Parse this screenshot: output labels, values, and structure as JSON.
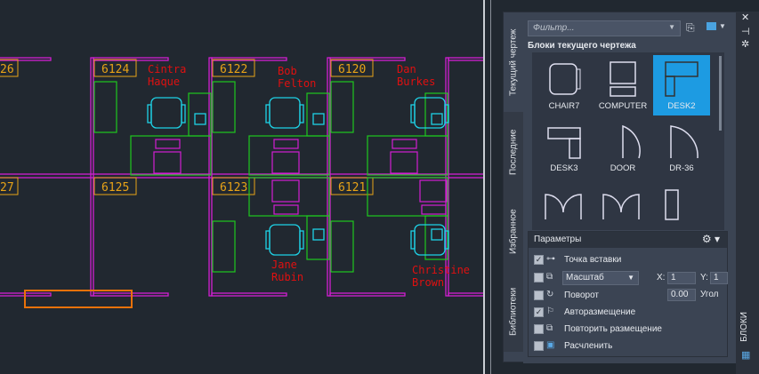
{
  "drawing": {
    "rooms_top": [
      "26",
      "6124",
      "6122",
      "6120"
    ],
    "rooms_bottom": [
      "27",
      "6125",
      "6123",
      "6121"
    ],
    "names": {
      "cintra": [
        "Cintra",
        "Haque"
      ],
      "bob": [
        "Bob",
        "Felton"
      ],
      "dan": [
        "Dan",
        "Burkes"
      ],
      "jane": [
        "Jane",
        "Rubin"
      ],
      "christine": [
        "Christine",
        "Brown"
      ]
    },
    "colors": {
      "walls": "#d21ed2",
      "furniture": "#1ec81e",
      "chairs": "#1ed2e6",
      "labels": "#e8a317",
      "names": "#e01010"
    }
  },
  "palette": {
    "tabs": [
      "Текущий чертеж",
      "Последние",
      "Избранное",
      "Библиотеки"
    ],
    "side_title": "БЛОКИ",
    "filter_placeholder": "Фильтр...",
    "section_title": "Блоки текущего чертежа",
    "blocks": [
      "CHAIR7",
      "COMPUTER",
      "DESK2",
      "DESK3",
      "DOOR",
      "DR-36"
    ],
    "selected_block": "DESK2",
    "params": {
      "title": "Параметры",
      "insertion_point": "Точка вставки",
      "scale_mode": "Масштаб",
      "x_label": "X:",
      "x_value": "1",
      "y_label": "Y:",
      "y_value": "1",
      "rotation": "Поворот",
      "angle_value": "0.00",
      "angle_label": "Угол",
      "autoplace": "Авторазмещение",
      "repeat": "Повторить размещение",
      "explode": "Расчленить"
    },
    "checks": {
      "insertion_point": true,
      "scale": false,
      "rotation": false,
      "autoplace": true,
      "repeat": false,
      "explode": false
    }
  }
}
